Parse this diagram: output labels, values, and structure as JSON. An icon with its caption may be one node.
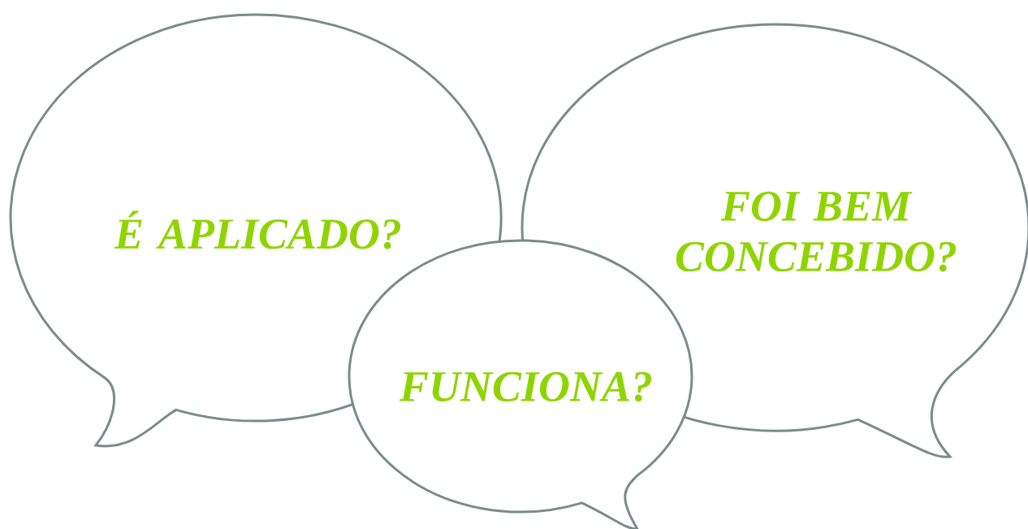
{
  "diagram": {
    "nodes": [
      {
        "text": [
          "É APLICADO?"
        ]
      },
      {
        "text": [
          "FOI BEM CONCEBIDO?"
        ]
      },
      {
        "text": [
          "FUNCIONA?"
        ]
      }
    ]
  }
}
